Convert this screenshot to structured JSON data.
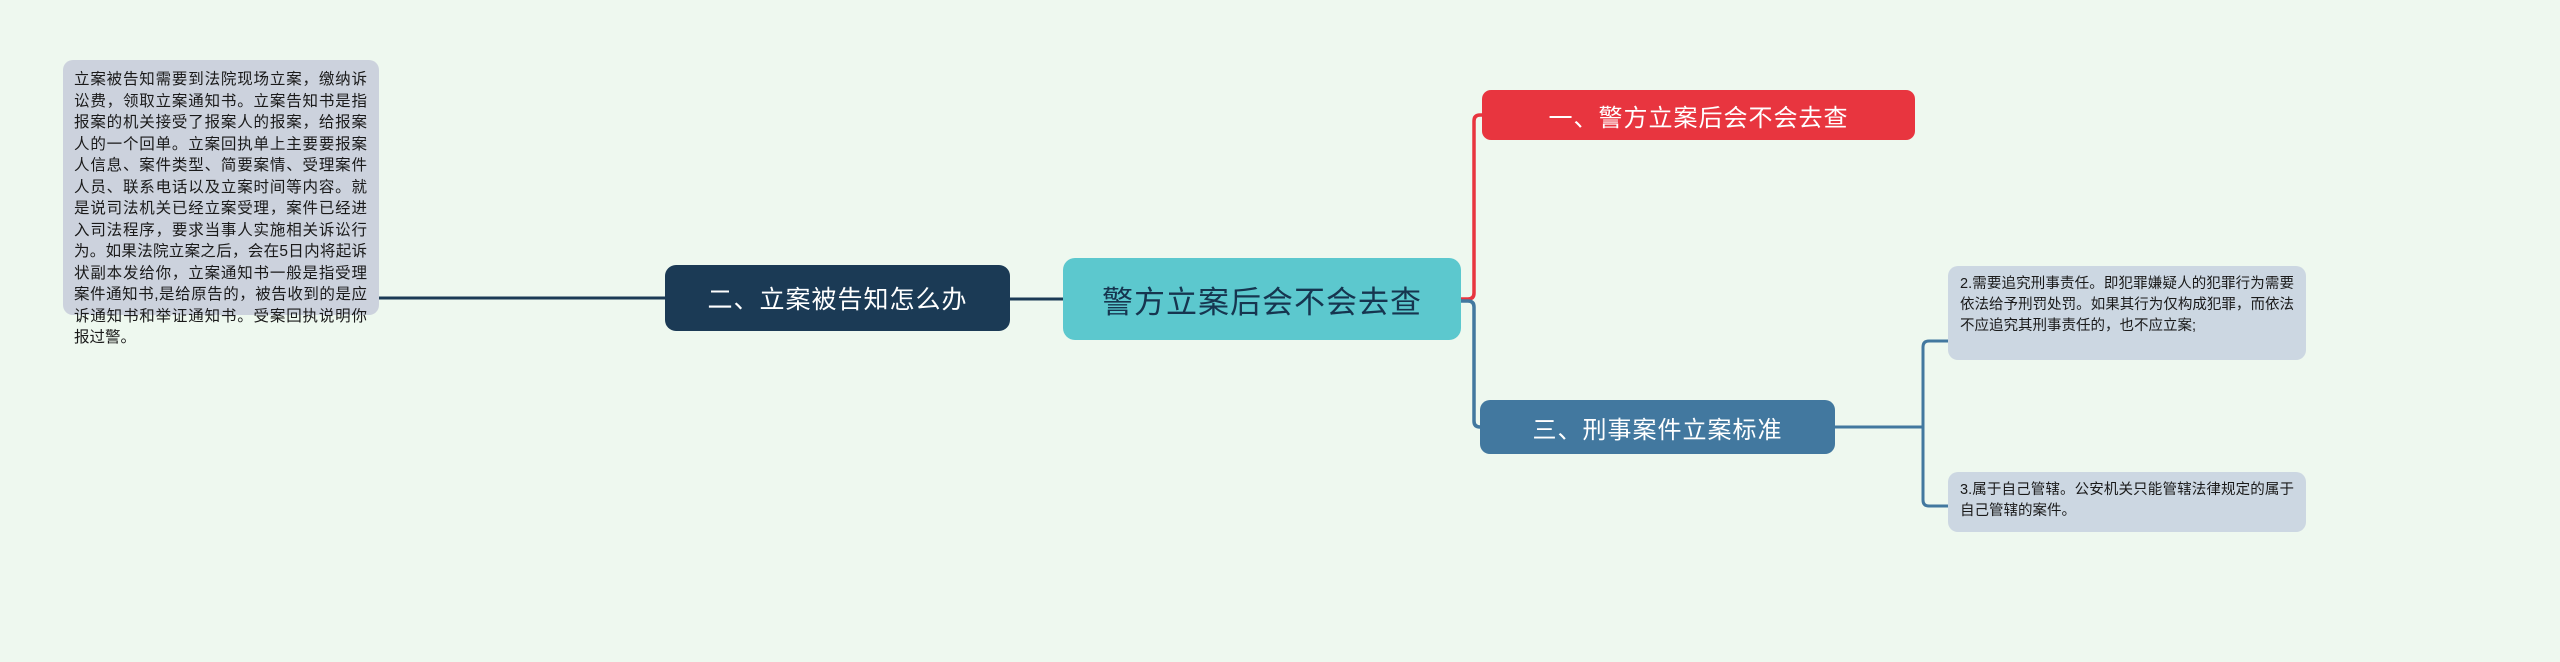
{
  "diagram": {
    "type": "mindmap",
    "background_color": "#eef8ef",
    "center": {
      "label": "警方立案后会不会去查",
      "fill": "#5cc8ce",
      "text_color": "#16354f"
    },
    "branches": [
      {
        "id": "branch-1",
        "label": "一、警方立案后会不会去查",
        "fill": "#e8353f",
        "text_color": "#ffffff",
        "side": "right",
        "notes": []
      },
      {
        "id": "branch-2",
        "label": "二、立案被告知怎么办",
        "fill": "#1b3a55",
        "text_color": "#ffffff",
        "side": "left",
        "notes": [
          {
            "id": "note-left",
            "fill": "#ccd2dd",
            "text": "立案被告知需要到法院现场立案，缴纳诉讼费，领取立案通知书。立案告知书是指报案的机关接受了报案人的报案，给报案人的一个回单。立案回执单上主要要报案人信息、案件类型、简要案情、受理案件人员、联系电话以及立案时间等内容。就是说司法机关已经立案受理，案件已经进入司法程序，要求当事人实施相关诉讼行为。如果法院立案之后，会在5日内将起诉状副本发给你，立案通知书一般是指受理案件通知书,是给原告的，被告收到的是应诉通知书和举证通知书。受案回执说明你报过警。"
          }
        ]
      },
      {
        "id": "branch-3",
        "label": "三、刑事案件立案标准",
        "fill": "#42789f",
        "text_color": "#ffffff",
        "side": "right",
        "notes": [
          {
            "id": "note-right-1",
            "fill": "#ccd7e2",
            "text": "2.需要追究刑事责任。即犯罪嫌疑人的犯罪行为需要依法给予刑罚处罚。如果其行为仅构成犯罪，而依法不应追究其刑事责任的，也不应立案;"
          },
          {
            "id": "note-right-2",
            "fill": "#ccd7e2",
            "text": "3.属于自己管辖。公安机关只能管辖法律规定的属于自己管辖的案件。"
          }
        ]
      }
    ],
    "connector_colors": {
      "branch_1": "#e8353f",
      "branch_2": "#1b3a55",
      "branch_3": "#42789f"
    }
  }
}
